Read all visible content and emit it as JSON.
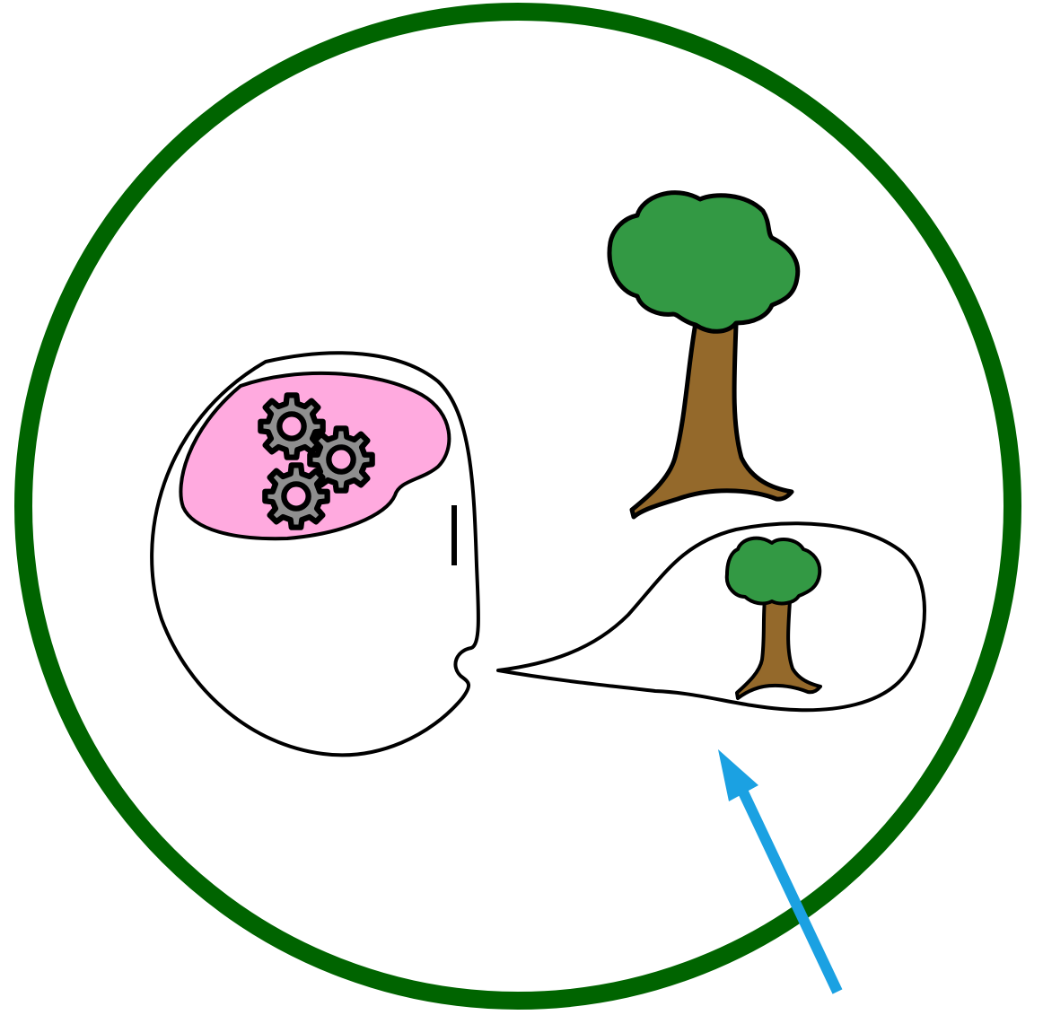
{
  "colors": {
    "background": "#ffffff",
    "world_circle": "#006400",
    "outline": "#000000",
    "brain": "#ffaadf",
    "gear_fill": "#8f8f8f",
    "gear_hub": "#ffaadf",
    "foliage": "#339944",
    "trunk": "#94692b",
    "arrow": "#1ba1e2"
  },
  "icons": {
    "world": "circle-boundary",
    "head": "head-profile-icon",
    "brain": "brain-icon",
    "gears": "gear-icon",
    "real_tree": "tree-icon",
    "thought_tree": "tree-icon",
    "thought": "thought-bubble",
    "pointer": "arrow-icon"
  },
  "gear_count": 3
}
